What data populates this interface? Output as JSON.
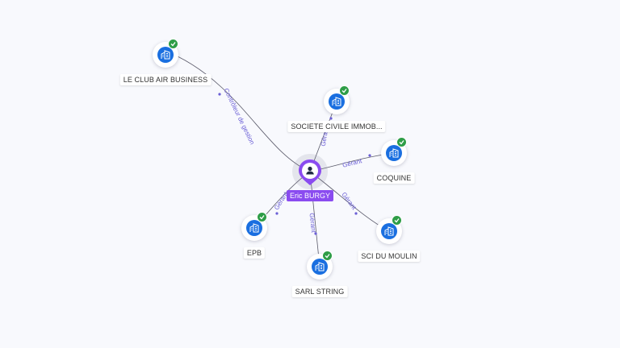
{
  "graph": {
    "center": {
      "name": "Eric BURGY",
      "icon": "person-icon",
      "accent_color": "#8a4bf0"
    },
    "companies": [
      {
        "id": "le-club-air-business",
        "name": "LE CLUB AIR BUSINESS",
        "relation": "Contrôleur de gestion",
        "verified": true
      },
      {
        "id": "societe-civile-immobiliere",
        "name": "SOCIETE CIVILE IMMOB...",
        "relation": "Gérant",
        "verified": true
      },
      {
        "id": "coquine",
        "name": "COQUINE",
        "relation": "Gérant",
        "verified": true
      },
      {
        "id": "sci-du-moulin",
        "name": "SCI DU MOULIN",
        "relation": "Gérant",
        "verified": true
      },
      {
        "id": "sarl-string",
        "name": "SARL STRING",
        "relation": "Gérant",
        "verified": true
      },
      {
        "id": "epb",
        "name": "EPB",
        "relation": "Gérant",
        "verified": true
      }
    ],
    "colors": {
      "company_icon": "#1a6fe0",
      "verified_badge": "#2e9d47",
      "edge": "#5a5a6a",
      "edge_label": "#6b5fd6"
    }
  }
}
